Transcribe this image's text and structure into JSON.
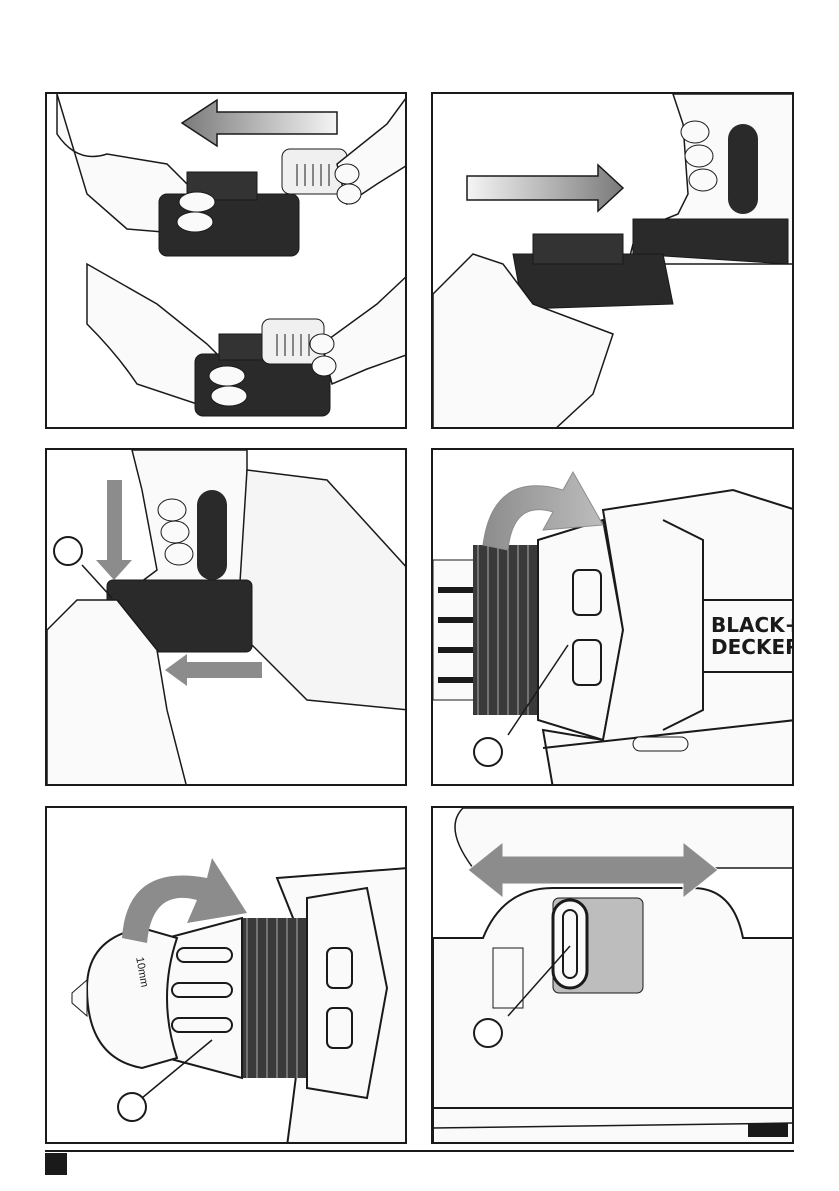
{
  "brand": {
    "line1": "BLACK+",
    "line2": "DECKER"
  },
  "chuck_marking": "10mm",
  "colors": {
    "outline": "#1a1a1a",
    "battery": "#2a2a2a",
    "arrow_gray": "#8c8c8c",
    "skin": "#f2f2f2"
  }
}
